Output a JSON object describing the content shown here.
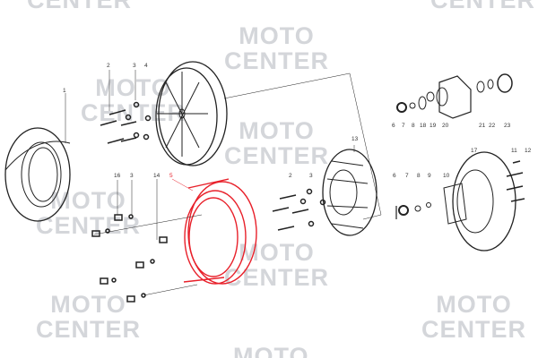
{
  "watermark": {
    "line1": "MOTO",
    "line2": "CENTER"
  },
  "highlight_color": "#e8202a",
  "highlighted_part": "5",
  "parts": {
    "p1": "1",
    "p2a": "2",
    "p3a": "3",
    "p4": "4",
    "p16": "16",
    "p3b": "3",
    "p14": "14",
    "p5": "5",
    "p2b": "2",
    "p3c": "3",
    "p13": "13",
    "p6a": "6",
    "p7a": "7",
    "p8a": "8",
    "p18": "18",
    "p19": "19",
    "p20": "20",
    "p21": "21",
    "p22": "22",
    "p23": "23",
    "p17": "17",
    "p11": "11",
    "p12": "12",
    "p6b": "6",
    "p7b": "7",
    "p8b": "8",
    "p9": "9",
    "p10": "10"
  }
}
